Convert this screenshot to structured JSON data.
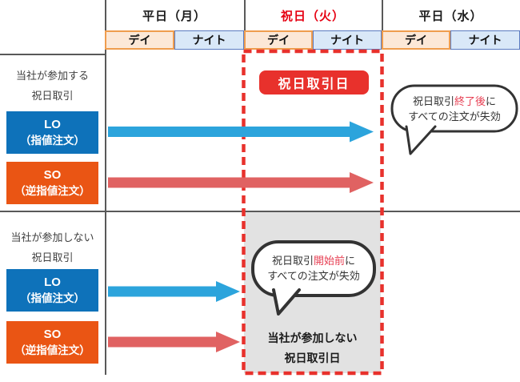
{
  "header": {
    "columns": [
      {
        "label": "平日（月）",
        "holiday": false
      },
      {
        "label": "祝日（火）",
        "holiday": true
      },
      {
        "label": "平日（水）",
        "holiday": false
      }
    ],
    "day_label": "デイ",
    "night_label": "ナイト"
  },
  "sections": [
    {
      "label_line1": "当社が参加する",
      "label_line2": "祝日取引",
      "lo": {
        "line1": "LO",
        "line2": "（指値注文）"
      },
      "so": {
        "line1": "SO",
        "line2": "（逆指値注文）"
      }
    },
    {
      "label_line1": "当社が参加しない",
      "label_line2": "祝日取引",
      "lo": {
        "line1": "LO",
        "line2": "（指値注文）"
      },
      "so": {
        "line1": "SO",
        "line2": "（逆指値注文）"
      }
    }
  ],
  "badge_label": "祝日取引日",
  "bubbles": {
    "after_close": {
      "pre": "祝日取引",
      "highlight": "終了後",
      "post": "に",
      "line2": "すべての注文が失効"
    },
    "before_open": {
      "pre": "祝日取引",
      "highlight": "開始前",
      "post": "に",
      "line2": "すべての注文が失効"
    }
  },
  "gray_box": {
    "line1": "当社が参加しない",
    "line2": "祝日取引日"
  },
  "colors": {
    "header_holiday_red": "#e60012",
    "badge_red": "#e8312c",
    "dashed_border_red": "#e8312c",
    "lo_blue": "#0e72ba",
    "so_orange": "#ea5514",
    "arrow_blue": "#2ca4dc",
    "arrow_red": "#e06262",
    "day_cell_bg": "#fce8d7",
    "day_cell_border": "#ef9d4e",
    "night_cell_bg": "#d9e8f8",
    "night_cell_border": "#5b7bc0",
    "gray_box_bg": "#e2e2e2",
    "highlight_text_red": "#e73e52"
  }
}
